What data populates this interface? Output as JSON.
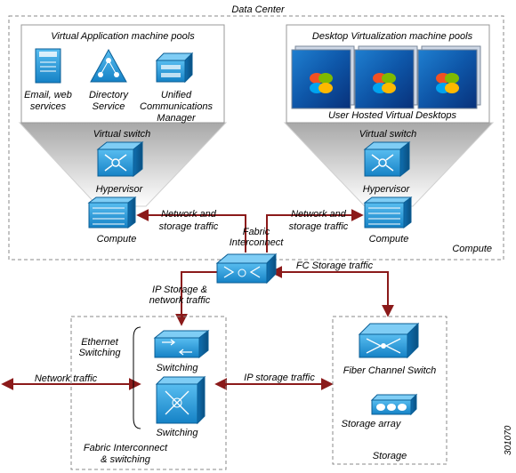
{
  "regions": {
    "data_center": "Data Center",
    "compute": "Compute",
    "storage": "Storage",
    "fabric_switching": [
      "Fabric Interconnect",
      "& switching"
    ]
  },
  "vm_pools": {
    "app_pool_title": "Virtual Application machine pools",
    "app_services": [
      [
        "Email, web",
        "services"
      ],
      [
        "Directory",
        "Service"
      ],
      [
        "Unified",
        "Communications",
        "Manager"
      ]
    ],
    "desktop_pool_title": "Desktop Virtualization machine pools",
    "desktop_caption": "User Hosted Virtual Desktops"
  },
  "stack_labels": {
    "virtual_switch": "Virtual switch",
    "hypervisor": "Hypervisor",
    "compute": "Compute"
  },
  "fabric": {
    "name": [
      "Fabric",
      "Interconnect"
    ],
    "left_traffic": [
      "Network  and",
      "storage traffic"
    ],
    "right_traffic": [
      "Network  and",
      "storage traffic"
    ],
    "fc_storage_traffic": "FC Storage traffic",
    "ip_storage_network": [
      "IP Storage &",
      "network traffic"
    ]
  },
  "switching": {
    "group_label": [
      "Ethernet",
      "Switching"
    ],
    "switch1": "Switching",
    "switch2": "Switching"
  },
  "storage": {
    "fc_switch": "Fiber Channel Switch",
    "array": "Storage array"
  },
  "traffic": {
    "network": "Network traffic",
    "ip_storage": "IP storage traffic"
  },
  "figure_id": "301070",
  "colors": {
    "arrow": "#8b1a1a",
    "cisco_blue": "#1b8fd2",
    "cisco_dark": "#0b5e95",
    "dashed": "#8a8a8a"
  }
}
